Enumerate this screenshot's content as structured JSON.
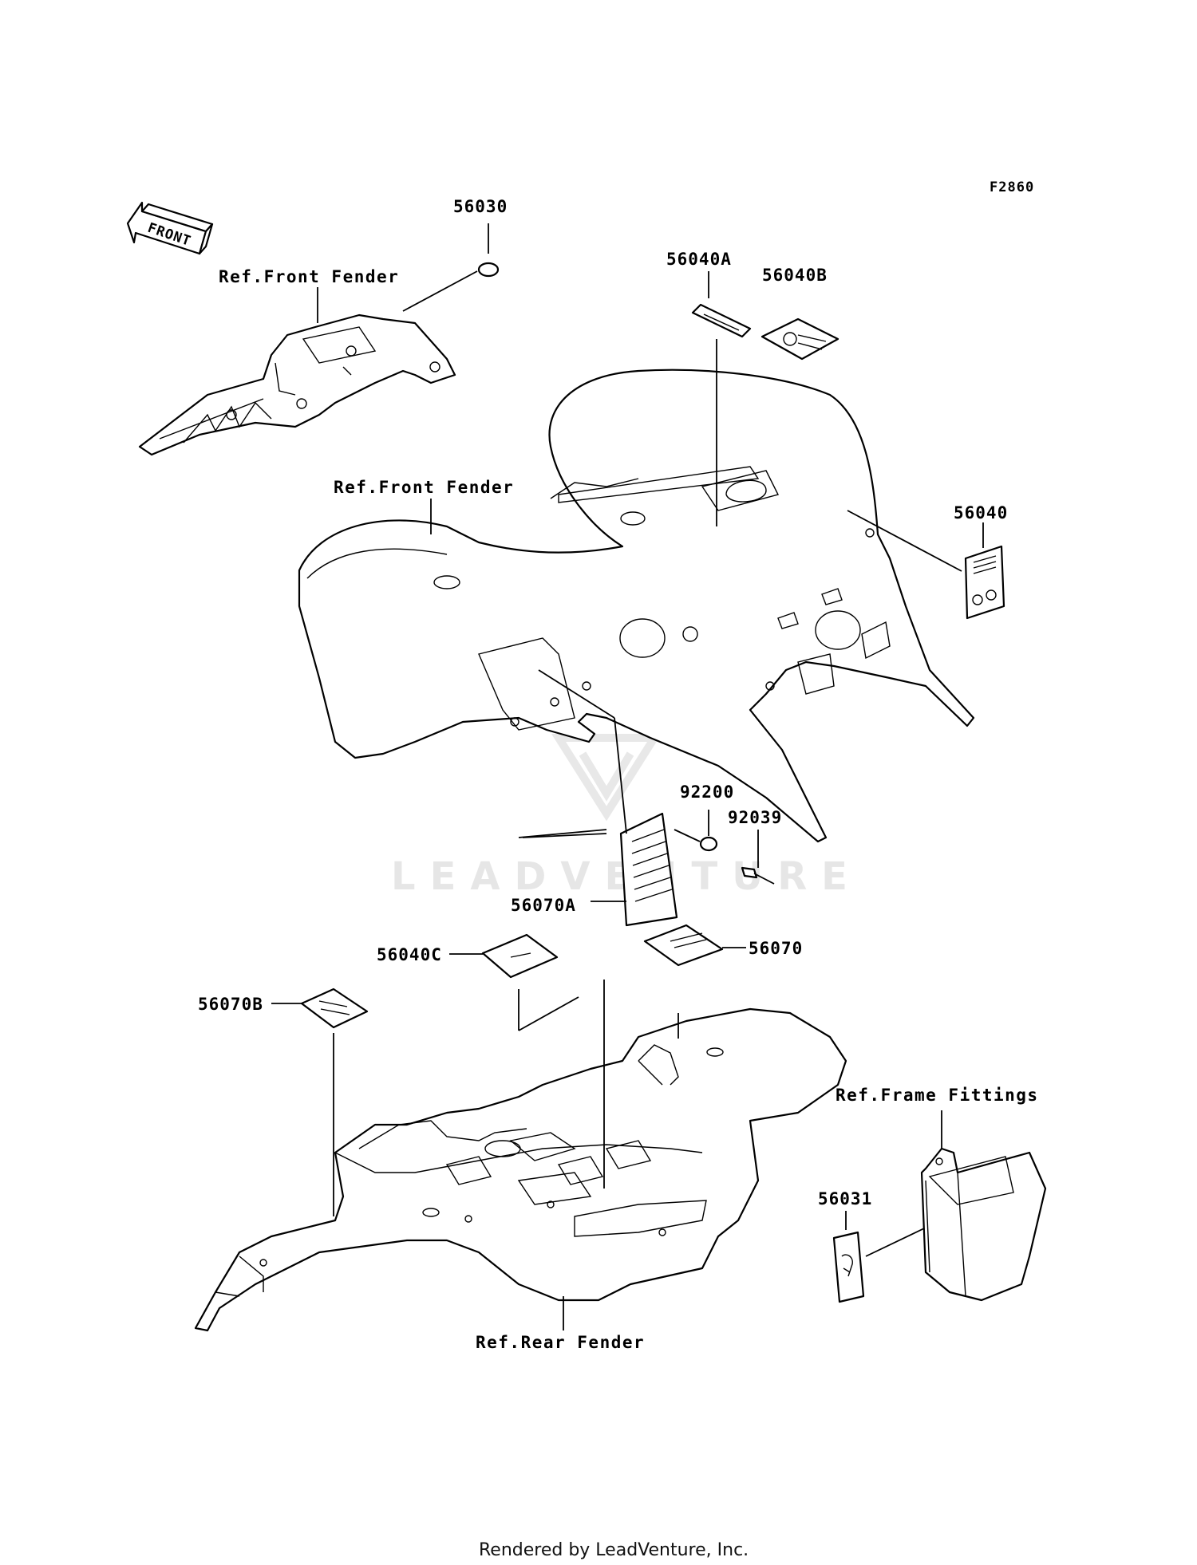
{
  "diagram_code": "F2860",
  "front_indicator": "FRONT",
  "watermark": "LEADVENTURE",
  "footer": "Rendered by LeadVenture, Inc.",
  "references": {
    "front_fender_top": "Ref.Front Fender",
    "front_fender_mid": "Ref.Front Fender",
    "rear_fender": "Ref.Rear Fender",
    "frame_fittings": "Ref.Frame Fittings"
  },
  "parts": {
    "p56030": "56030",
    "p56040A": "56040A",
    "p56040B": "56040B",
    "p56040": "56040",
    "p92200": "92200",
    "p92039": "92039",
    "p56070A": "56070A",
    "p56040C": "56040C",
    "p56070": "56070",
    "p56070B": "56070B",
    "p56031": "56031"
  }
}
